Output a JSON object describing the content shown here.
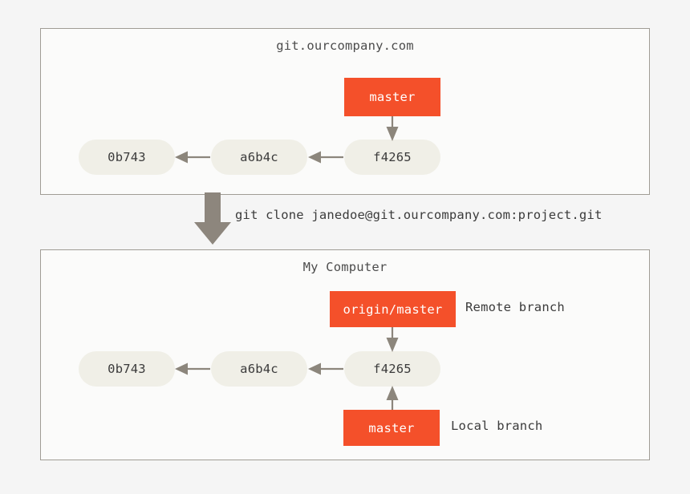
{
  "diagram": {
    "title": "Git clone: remote server and local computer",
    "colors": {
      "page_background": "#f5f5f5",
      "panel_background": "#fbfbfa",
      "panel_border": "#a09c95",
      "commit_fill": "#f0efe7",
      "branch_fill": "#f4502a",
      "branch_text": "#ffffff",
      "arrow": "#8c867c",
      "block_arrow": "#8d867d",
      "text": "#3b3b3b",
      "title_text": "#4c4c4c"
    }
  },
  "remote_panel": {
    "title": "git.ourcompany.com",
    "branch": {
      "label": "master"
    },
    "commits": [
      {
        "id": "0b743"
      },
      {
        "id": "a6b4c"
      },
      {
        "id": "f4265"
      }
    ]
  },
  "clone_step": {
    "command": "git clone janedoe@git.ourcompany.com:project.git"
  },
  "local_panel": {
    "title": "My Computer",
    "remote_branch": {
      "label": "origin/master",
      "annotation": "Remote branch"
    },
    "local_branch": {
      "label": "master",
      "annotation": "Local branch"
    },
    "commits": [
      {
        "id": "0b743"
      },
      {
        "id": "a6b4c"
      },
      {
        "id": "f4265"
      }
    ]
  }
}
